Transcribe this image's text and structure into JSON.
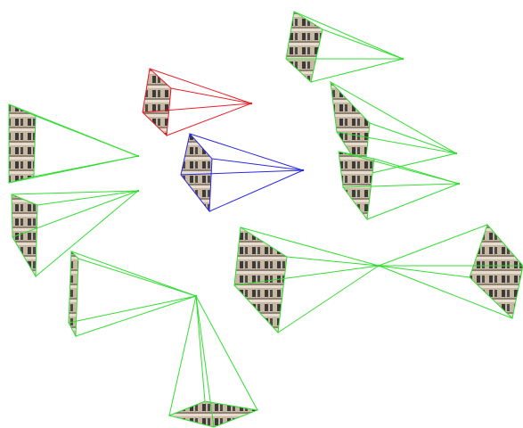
{
  "colors": {
    "background": "#ffffff",
    "frustum_default": "#33dd33",
    "frustum_query": "#e8202a",
    "frustum_estimated": "#2a2ae0",
    "facade_wall": "#c8b8a2",
    "facade_trim": "#e6ddd0",
    "facade_window": "#3a3a3a",
    "facade_shadow": "#8d8273"
  },
  "cameras": [
    {
      "id": "cam-top-right",
      "color_role": "frustum_default"
    },
    {
      "id": "cam-query",
      "color_role": "frustum_query"
    },
    {
      "id": "cam-estimated",
      "color_role": "frustum_estimated"
    },
    {
      "id": "cam-mid-right-a",
      "color_role": "frustum_default"
    },
    {
      "id": "cam-mid-right-b",
      "color_role": "frustum_default"
    },
    {
      "id": "cam-left-a",
      "color_role": "frustum_default"
    },
    {
      "id": "cam-left-b",
      "color_role": "frustum_default"
    },
    {
      "id": "cam-center-pair-left",
      "color_role": "frustum_default"
    },
    {
      "id": "cam-center-pair-right",
      "color_role": "frustum_default"
    },
    {
      "id": "cam-bottom-left-a",
      "color_role": "frustum_default"
    },
    {
      "id": "cam-bottom-left-b",
      "color_role": "frustum_default"
    }
  ]
}
